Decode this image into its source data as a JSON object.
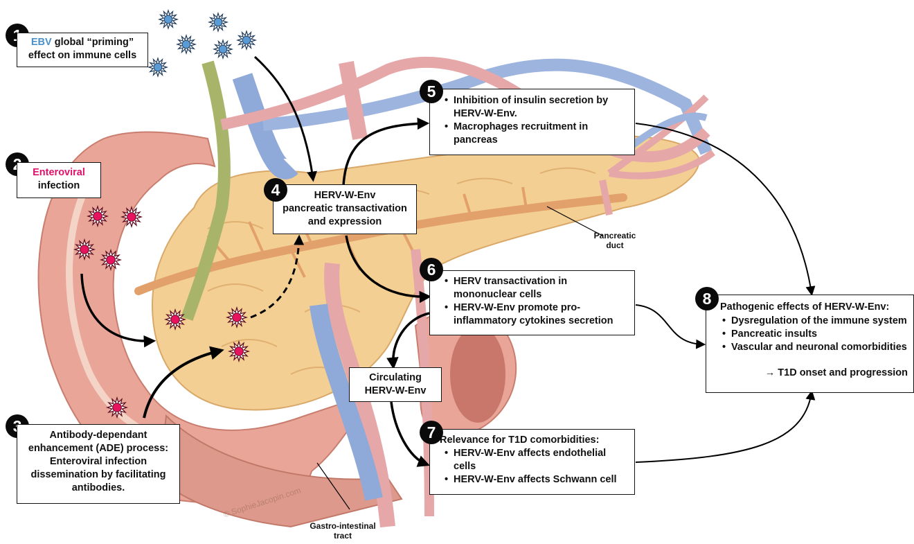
{
  "boxes": {
    "b1": {
      "number": "1",
      "highlight": "EBV",
      "line1_rest": " global “priming”",
      "line2": "effect on immune cells",
      "highlight_color": "#4a90c8"
    },
    "b2": {
      "number": "2",
      "highlight": "Enteroviral",
      "line2": "infection",
      "highlight_color": "#e0106a"
    },
    "b3": {
      "number": "3",
      "lines": [
        "Antibody-dependant",
        "enhancement (ADE) process:",
        "Enteroviral infection",
        "dissemination by  facilitating",
        "antibodies."
      ]
    },
    "b4": {
      "number": "4",
      "lines": [
        "HERV-W-Env",
        "pancreatic transactivation",
        "and expression"
      ]
    },
    "b5": {
      "number": "5",
      "bullets": [
        "Inhibition of insulin secretion by HERV-W-Env.",
        "Macrophages recruitment in pancreas"
      ]
    },
    "b6": {
      "number": "6",
      "bullets": [
        "HERV transactivation in mononuclear cells",
        "HERV-W-Env promote pro-inflammatory cytokines secretion"
      ]
    },
    "b7": {
      "number": "7",
      "title": "Relevance for T1D comorbidities:",
      "bullets": [
        "HERV-W-Env affects endothelial cells",
        "HERV-W-Env affects Schwann cell"
      ]
    },
    "b8": {
      "number": "8",
      "title": "Pathogenic effects of HERV-W-Env:",
      "bullets": [
        "Dysregulation of the immune system",
        "Pancreatic insults",
        "Vascular and neuronal comorbidities"
      ],
      "conclusion": "→ T1D onset and progression"
    },
    "circ": {
      "lines": [
        "Circulating",
        "HERV-W-Env"
      ]
    }
  },
  "labels": {
    "pancreatic_duct": [
      "Pancreatic",
      "duct"
    ],
    "gi_tract": [
      "Gastro-intestinal",
      "tract"
    ],
    "watermark": "© SophieJacopin.com"
  }
}
